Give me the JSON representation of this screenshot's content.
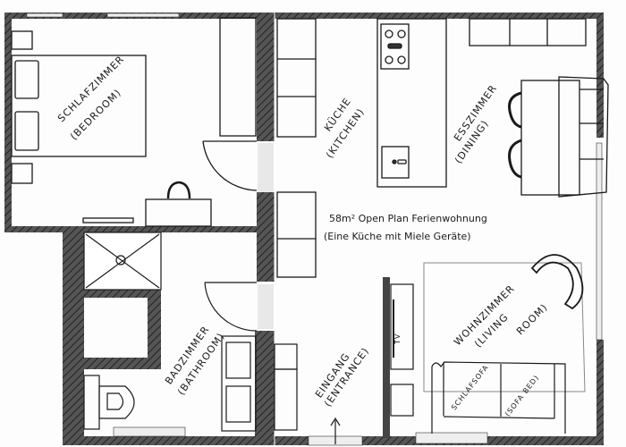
{
  "plan": {
    "title_line1": "58m² Open Plan Ferienwohnung",
    "title_line2": "(Eine Küche mit Miele Geräte)"
  },
  "rooms": {
    "bedroom": {
      "name": "SCHLAFZIMMER",
      "translation": "(BEDROOM)"
    },
    "kitchen": {
      "name": "KÜCHE",
      "translation": "(KITCHEN)"
    },
    "dining": {
      "name": "ESSZIMMER",
      "translation": "(DINING)"
    },
    "bathroom": {
      "name": "BADZIMMER",
      "translation": "(BATHROOM)"
    },
    "entrance": {
      "name": "EINGANG",
      "translation": "(ENTRANCE)"
    },
    "living": {
      "name": "WOHNZIMMER",
      "translation": "(LIVING",
      "translation2": "ROOM)"
    }
  },
  "furniture": {
    "sofa_label": "SCHLAFSOFA",
    "sofa_translation": "(SOFA BED)",
    "tv_label": "TV"
  },
  "colors": {
    "wall": "#3a3a3a",
    "line": "#1a1a1a",
    "paper": "#fdfdfd"
  }
}
